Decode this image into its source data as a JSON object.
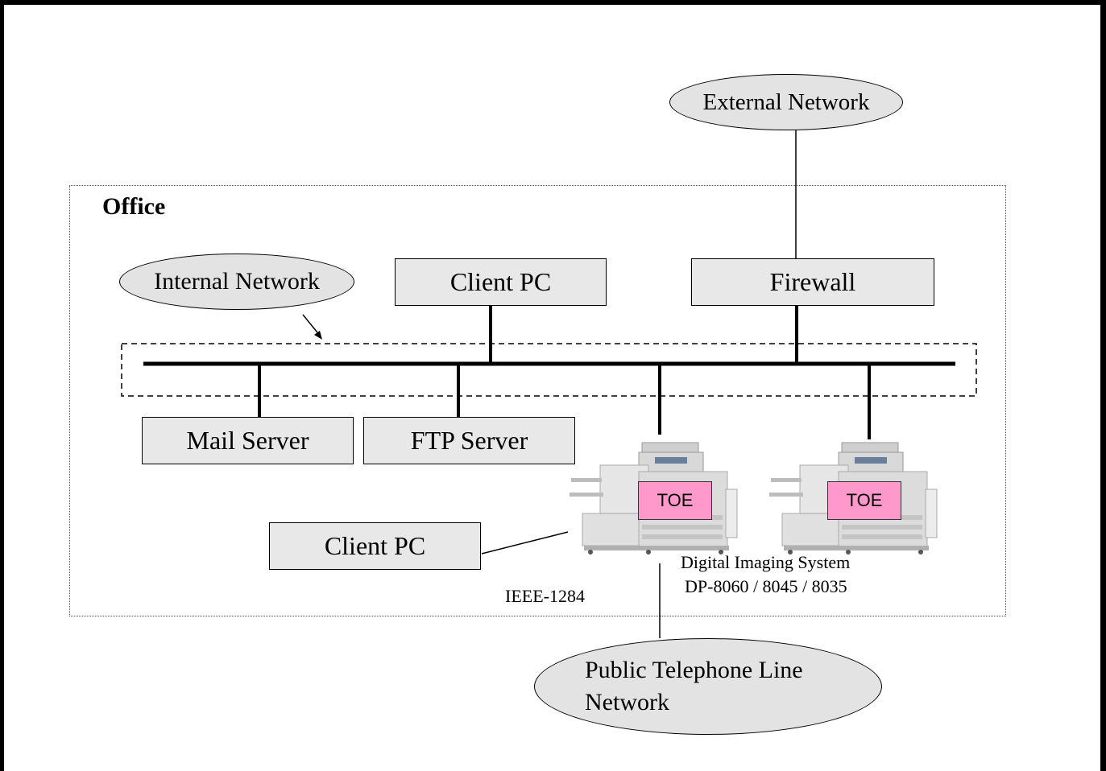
{
  "office": {
    "title": "Office"
  },
  "nodes": {
    "external_network": "External Network",
    "internal_network": "Internal Network",
    "client_pc_top": "Client PC",
    "firewall": "Firewall",
    "mail_server": "Mail Server",
    "ftp_server": "FTP Server",
    "client_pc_left": "Client PC",
    "public_telephone": [
      "Public Telephone Line",
      "Network"
    ]
  },
  "devices": {
    "toe_label_1": "TOE",
    "toe_label_2": "TOE",
    "system_name": "Digital Imaging System",
    "system_models": "DP-8060 / 8045 / 8035"
  },
  "connections": {
    "parallel_label": "IEEE-1284"
  },
  "colors": {
    "node_fill": "#e8e8e8",
    "toe_fill": "#ff99cc",
    "line": "#000000"
  }
}
